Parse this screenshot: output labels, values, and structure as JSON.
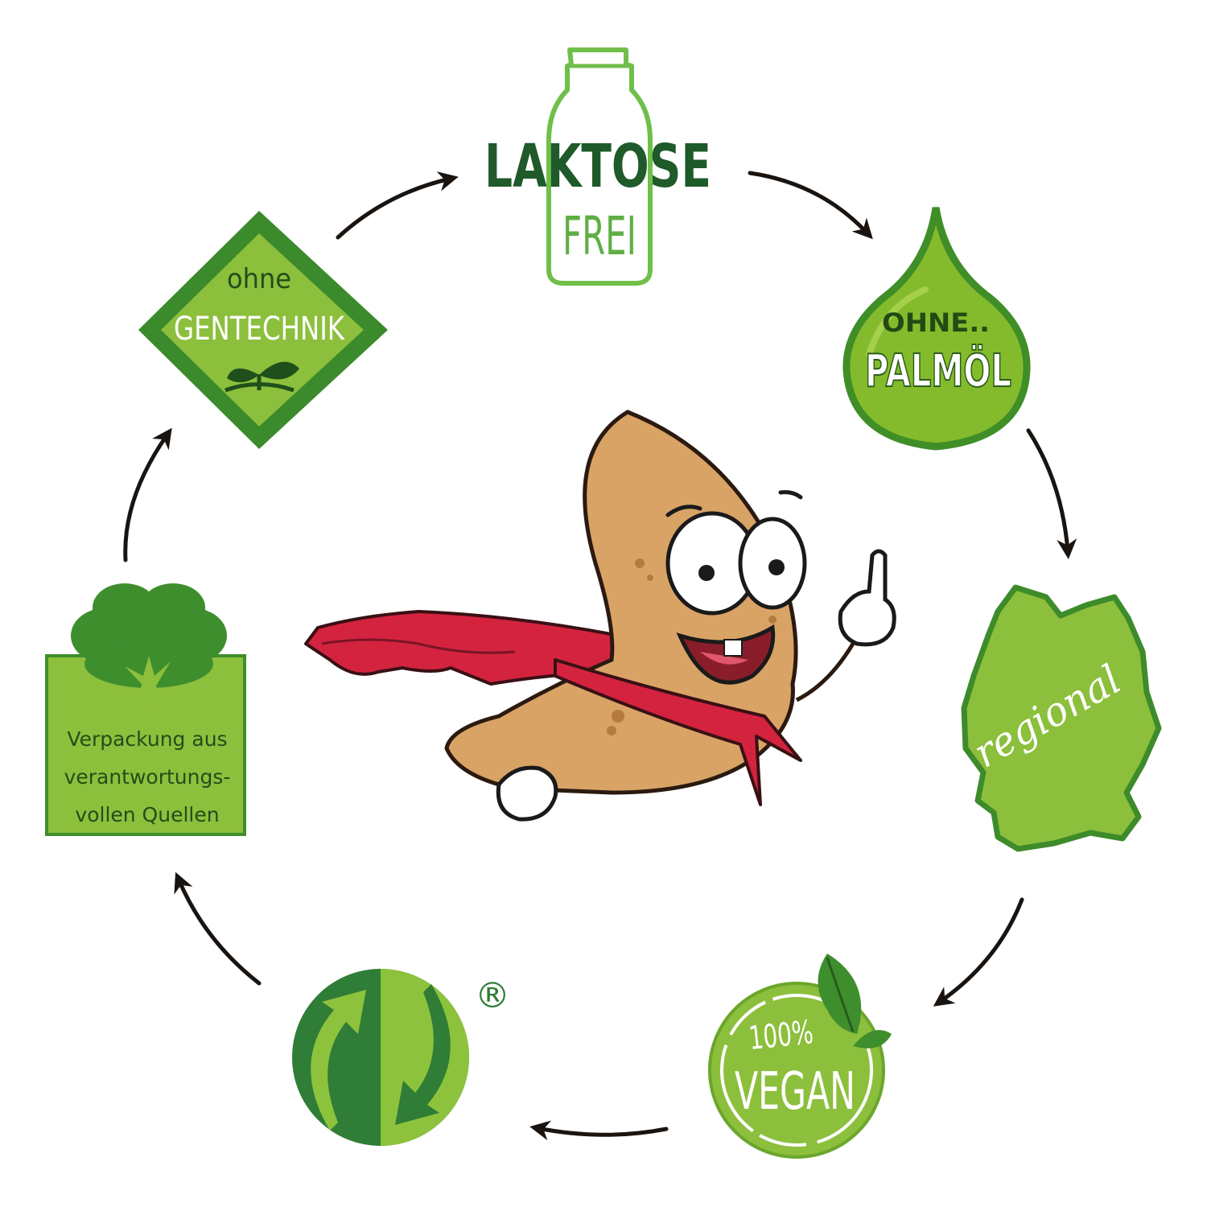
{
  "laktose": {
    "line1": "LAKTOSE",
    "line2": "FREI"
  },
  "palmoel": {
    "line1": "OHNE..",
    "line2": "PALMÖL"
  },
  "regional": {
    "label": "regional"
  },
  "vegan": {
    "line1": "100%",
    "line2": "VEGAN"
  },
  "recycling": {
    "mark": "®"
  },
  "verpackung": {
    "lines": [
      "Verpackung aus",
      "verantwortungs-",
      "vollen Quellen"
    ]
  },
  "gentechnik": {
    "line1": "ohne",
    "line2": "GENTECHNIK"
  },
  "colors": {
    "dark_green": "#2f6b1f",
    "mid_green": "#7cb32d",
    "light_green": "#9bc53d",
    "arrow": "#1a1410",
    "almond": "#d9a366",
    "cape": "#d4233f"
  },
  "icons": [
    "bottle-icon",
    "drop-icon",
    "germany-map-icon",
    "leaf-icon",
    "recycling-arrows-icon",
    "tree-icon",
    "sprout-icon",
    "almond-mascot"
  ]
}
